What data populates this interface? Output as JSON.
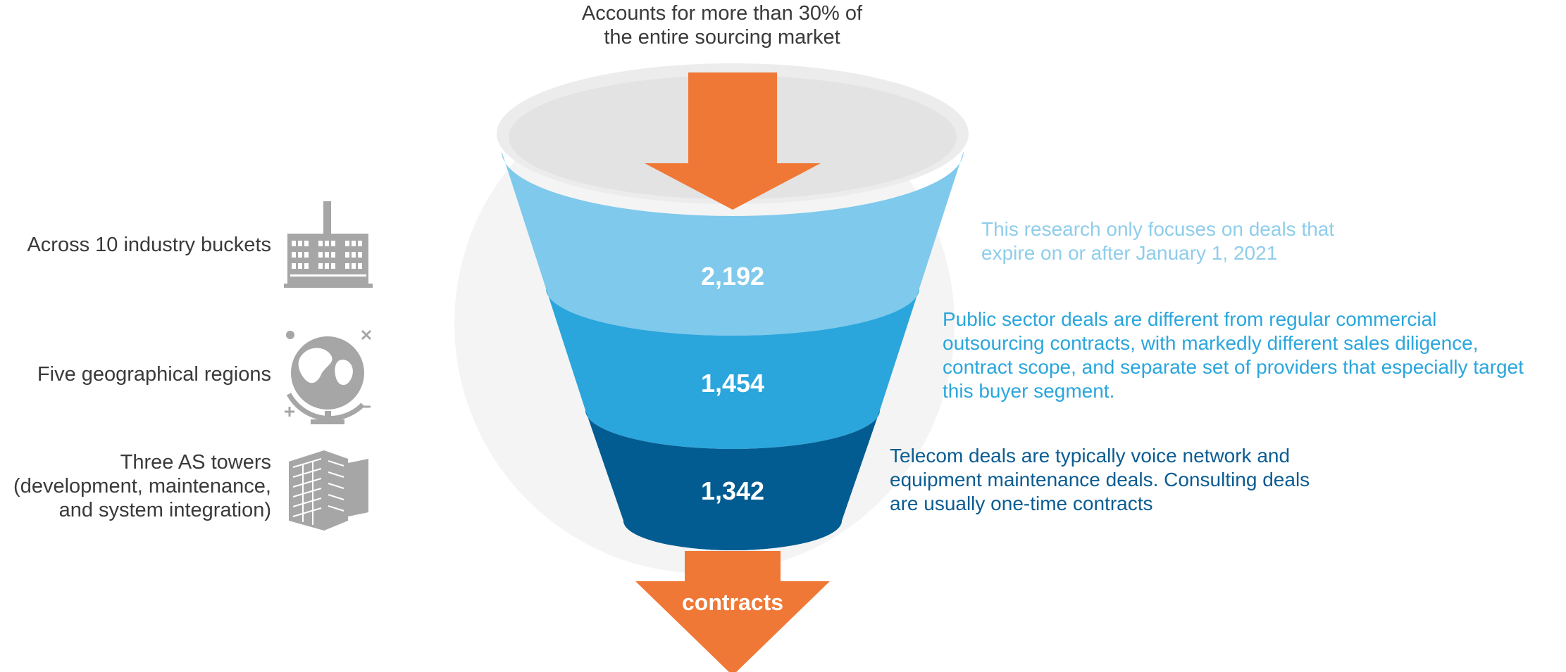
{
  "top_caption": [
    "Accounts for more than 30% of",
    "the entire sourcing market"
  ],
  "left_labels": [
    {
      "lines": [
        "Across 10 industry buckets"
      ],
      "icon": "factory-icon"
    },
    {
      "lines": [
        "Five geographical regions"
      ],
      "icon": "globe-icon"
    },
    {
      "lines": [
        "Three AS towers",
        "(development, maintenance,",
        "and system integration)"
      ],
      "icon": "server-rack-icon"
    }
  ],
  "funnel": {
    "stages": [
      {
        "value": "2,192",
        "color": "#7ec9ec"
      },
      {
        "value": "1,454",
        "color": "#2aa6dc"
      },
      {
        "value": "1,342",
        "color": "#035c91"
      }
    ],
    "output_label": "contracts",
    "arrow_color": "#f07836",
    "rim_color": "#ececec",
    "bowl_color": "#e3e3e3",
    "backdrop_color": "#f4f4f4",
    "icon_color": "#a6a6a6"
  },
  "notes": [
    {
      "lines": [
        "This research only focuses on deals that",
        "expire on or after January 1, 2021"
      ],
      "color": "#8fcdeb"
    },
    {
      "lines": [
        "Public sector deals are different from regular commercial",
        "outsourcing contracts, with markedly different sales diligence,",
        "contract scope, and separate set of providers that especially target",
        "this buyer segment."
      ],
      "color": "#2aa6dc"
    },
    {
      "lines": [
        "Telecom deals are typically voice network and",
        "equipment maintenance deals. Consulting deals",
        "are usually one-time contracts"
      ],
      "color": "#0b5c92"
    }
  ]
}
